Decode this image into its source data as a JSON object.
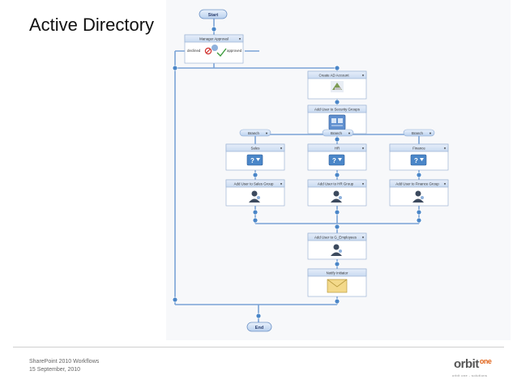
{
  "slide": {
    "title": "Active Directory",
    "footer_line1": "SharePoint 2010 Workflows",
    "footer_line2": "15 September, 2010"
  },
  "logo": {
    "brand": "orbit",
    "suffix": "one",
    "tagline": "orbit one - solutions"
  },
  "workflow": {
    "start_label": "Start",
    "end_label": "End",
    "manager_approval": "Manager Approval",
    "declined": "declined",
    "approved": "approved",
    "create_ad_account": "Create AD Account",
    "add_security_groups": "Add User to Security Groups",
    "branch_label": "Branch",
    "branches": [
      {
        "condition": "Sales",
        "action": "Add User to Sales Group"
      },
      {
        "condition": "HR",
        "action": "Add User to HR Group"
      },
      {
        "condition": "Finance",
        "action": "Add User to Finance Group"
      }
    ],
    "add_employees": "Add User to G_Employees",
    "notify_initiator": "Notify Initiator"
  },
  "colors": {
    "connector": "#7aa3d6",
    "node": "#4a86c8",
    "pill": "#cfe0f5",
    "box_header": "#d7e5f6"
  }
}
